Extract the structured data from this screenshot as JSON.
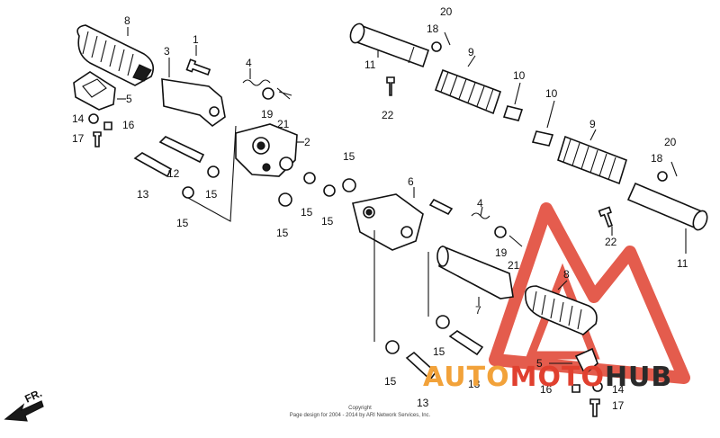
{
  "labels": {
    "l1": "1",
    "l2": "2",
    "l3": "3",
    "l4a": "4",
    "l4b": "4",
    "l5a": "5",
    "l5b": "5",
    "l6": "6",
    "l7": "7",
    "l8a": "8",
    "l8b": "8",
    "l9a": "9",
    "l9b": "9",
    "l10a": "10",
    "l10b": "10",
    "l11a": "11",
    "l11b": "11",
    "l12": "12",
    "l13a": "13",
    "l13b": "13",
    "l13c": "13",
    "l14a": "14",
    "l14b": "14",
    "l15a": "15",
    "l15b": "15",
    "l15c": "15",
    "l15d": "15",
    "l15e": "15",
    "l15f": "15",
    "l15g": "15",
    "l15h": "15",
    "l16a": "16",
    "l16b": "16",
    "l17a": "17",
    "l17b": "17",
    "l18a": "18",
    "l18b": "18",
    "l19a": "19",
    "l19b": "19",
    "l20a": "20",
    "l20b": "20",
    "l21a": "21",
    "l21b": "21",
    "l22a": "22",
    "l22b": "22",
    "fr": "FR."
  },
  "footer": {
    "line1": "Copyright",
    "line2": "Page design for 2004 - 2014 by ARI Network Services, Inc."
  },
  "watermark": {
    "auto": "AUTO",
    "moto": "MOTO",
    "hub": "HUB",
    "colors": {
      "red": "#e0402f",
      "orange": "#f2a23a",
      "dark": "#2a2a2a"
    }
  }
}
